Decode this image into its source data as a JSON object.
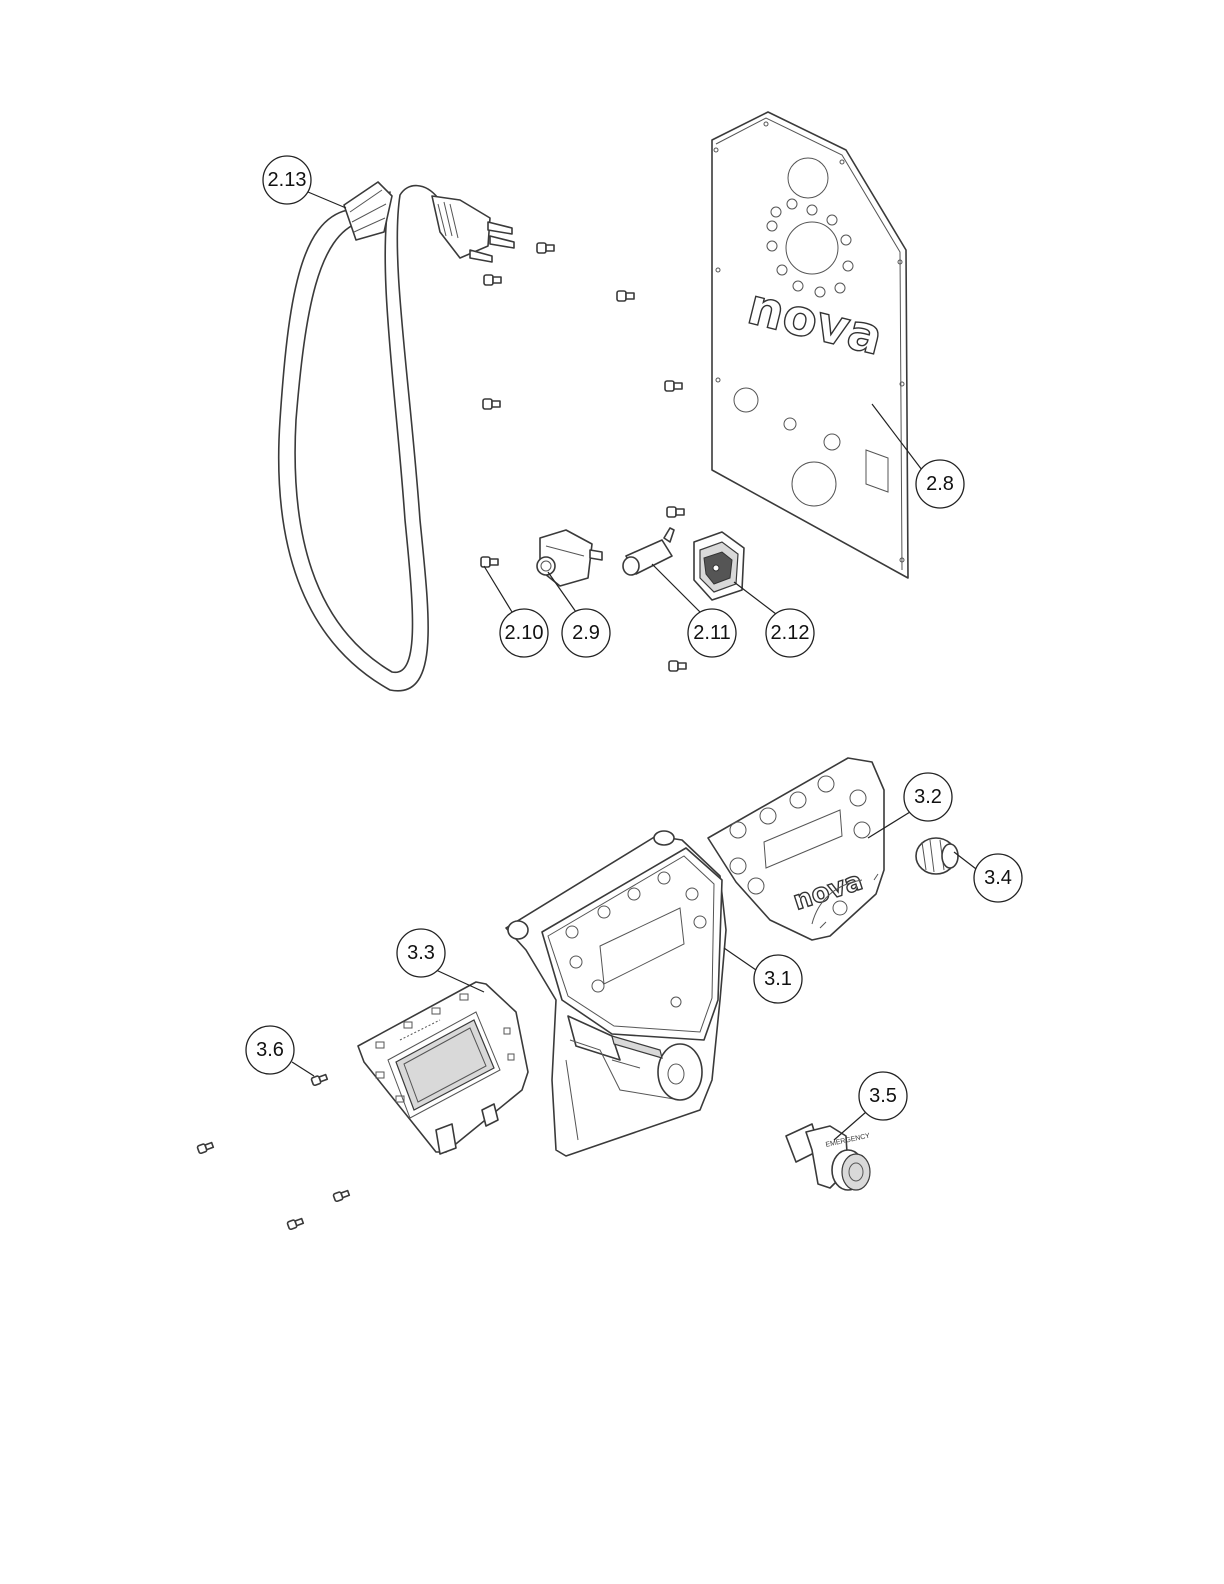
{
  "labels": [
    {
      "id": "2.13",
      "text": "2.13"
    },
    {
      "id": "2.8",
      "text": "2.8"
    },
    {
      "id": "2.10",
      "text": "2.10"
    },
    {
      "id": "2.9",
      "text": "2.9"
    },
    {
      "id": "2.11",
      "text": "2.11"
    },
    {
      "id": "2.12",
      "text": "2.12"
    },
    {
      "id": "3.2",
      "text": "3.2"
    },
    {
      "id": "3.4",
      "text": "3.4"
    },
    {
      "id": "3.3",
      "text": "3.3"
    },
    {
      "id": "3.1",
      "text": "3.1"
    },
    {
      "id": "3.6",
      "text": "3.6"
    },
    {
      "id": "3.5",
      "text": "3.5"
    }
  ],
  "logo_text": "nova"
}
